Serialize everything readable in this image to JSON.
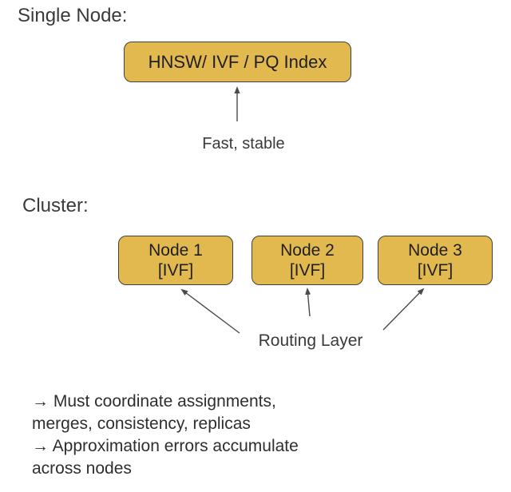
{
  "diagram": {
    "single_node": {
      "heading": "Single Node:",
      "box_label": "HNSW/ IVF / PQ Index",
      "annotation": "Fast, stable"
    },
    "cluster": {
      "heading": "Cluster:",
      "nodes": [
        {
          "name": "Node 1",
          "index_type": "[IVF]"
        },
        {
          "name": "Node 2",
          "index_type": "[IVF]"
        },
        {
          "name": "Node 3",
          "index_type": "[IVF]"
        }
      ],
      "routing_label": "Routing Layer"
    },
    "notes": {
      "lines": [
        "→ Must coordinate assignments,",
        "merges, consistency, replicas",
        "→ Approximation errors accumulate",
        "across nodes"
      ]
    },
    "colors": {
      "box_fill": "#e2b94e",
      "box_border": "#404040",
      "arrow": "#4a4a4a",
      "text": "#333333",
      "background": "#ffffff"
    }
  }
}
